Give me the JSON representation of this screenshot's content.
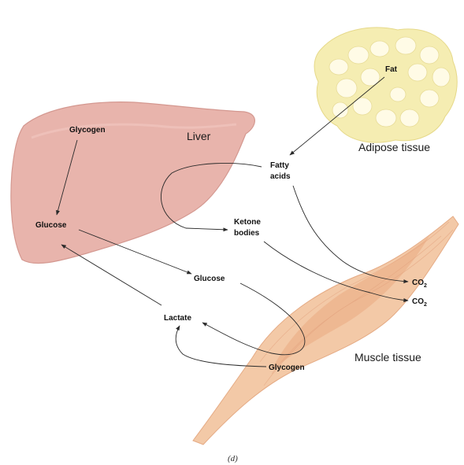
{
  "regions": {
    "liver": "Liver",
    "adipose": "Adipose tissue",
    "muscle": "Muscle tissue"
  },
  "nodes": {
    "fat": "Fat",
    "glycogen_liver": "Glycogen",
    "glucose_liver": "Glucose",
    "fatty_acids_line1": "Fatty",
    "fatty_acids_line2": "acids",
    "ketone_line1": "Ketone",
    "ketone_line2": "bodies",
    "glucose_blood": "Glucose",
    "lactate": "Lactate",
    "glycogen_muscle": "Glycogen",
    "co2_a": "CO",
    "co2_b": "CO",
    "co2_subscript": "2"
  },
  "caption": "(d)",
  "colors": {
    "liver": "#e8b4ac",
    "liver_edge": "#d49890",
    "adipose": "#f5edb2",
    "muscle": "#f3c9a7",
    "muscle_band": "#eaa982"
  }
}
